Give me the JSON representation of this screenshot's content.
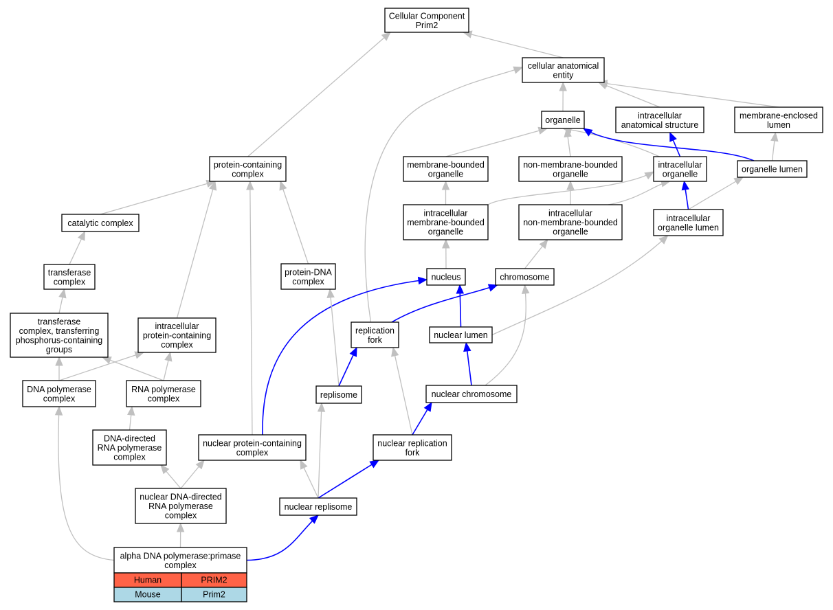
{
  "title": "Cellular Component Prim2",
  "colors": {
    "edge_default": "#c0c0c0",
    "edge_highlight": "#0000ff",
    "human": "#ff6347",
    "mouse": "#add8e6"
  },
  "nodes": {
    "root": {
      "lines": [
        "Cellular Component",
        "Prim2"
      ]
    },
    "cae": {
      "lines": [
        "cellular anatomical",
        "entity"
      ]
    },
    "org": {
      "lines": [
        "organelle"
      ]
    },
    "ias": {
      "lines": [
        "intracellular",
        "anatomical structure"
      ]
    },
    "mel": {
      "lines": [
        "membrane-enclosed",
        "lumen"
      ]
    },
    "pcc": {
      "lines": [
        "protein-containing",
        "complex"
      ]
    },
    "mbo": {
      "lines": [
        "membrane-bounded",
        "organelle"
      ]
    },
    "nmbo": {
      "lines": [
        "non-membrane-bounded",
        "organelle"
      ]
    },
    "io": {
      "lines": [
        "intracellular",
        "organelle"
      ]
    },
    "ol": {
      "lines": [
        "organelle lumen"
      ]
    },
    "cat": {
      "lines": [
        "catalytic complex"
      ]
    },
    "imbo": {
      "lines": [
        "intracellular",
        "membrane-bounded",
        "organelle"
      ]
    },
    "inmbo": {
      "lines": [
        "intracellular",
        "non-membrane-bounded",
        "organelle"
      ]
    },
    "iol": {
      "lines": [
        "intracellular",
        "organelle lumen"
      ]
    },
    "tc": {
      "lines": [
        "transferase",
        "complex"
      ]
    },
    "pdna": {
      "lines": [
        "protein-DNA",
        "complex"
      ]
    },
    "nuc": {
      "lines": [
        "nucleus"
      ]
    },
    "chr": {
      "lines": [
        "chromosome"
      ]
    },
    "tcp": {
      "lines": [
        "transferase",
        "complex, transferring",
        "phosphorus-containing",
        "groups"
      ]
    },
    "ipcc": {
      "lines": [
        "intracellular",
        "protein-containing",
        "complex"
      ]
    },
    "rf": {
      "lines": [
        "replication",
        "fork"
      ]
    },
    "nl": {
      "lines": [
        "nuclear lumen"
      ]
    },
    "dnap": {
      "lines": [
        "DNA polymerase",
        "complex"
      ]
    },
    "rnap": {
      "lines": [
        "RNA polymerase",
        "complex"
      ]
    },
    "repl": {
      "lines": [
        "replisome"
      ]
    },
    "nchr": {
      "lines": [
        "nuclear chromosome"
      ]
    },
    "ddrp": {
      "lines": [
        "DNA-directed",
        "RNA polymerase",
        "complex"
      ]
    },
    "npcc": {
      "lines": [
        "nuclear protein-containing",
        "complex"
      ]
    },
    "nrf": {
      "lines": [
        "nuclear replication",
        "fork"
      ]
    },
    "nddrp": {
      "lines": [
        "nuclear DNA-directed",
        "RNA polymerase",
        "complex"
      ]
    },
    "nrepl": {
      "lines": [
        "nuclear replisome"
      ]
    },
    "apc": {
      "lines": [
        "alpha DNA polymerase:primase",
        "complex"
      ]
    }
  },
  "orthologs": [
    {
      "species": "Human",
      "gene": "PRIM2",
      "color": "#ff6347"
    },
    {
      "species": "Mouse",
      "gene": "Prim2",
      "color": "#add8e6"
    }
  ],
  "edges": [
    {
      "from": "cae",
      "to": "root",
      "style": "gray"
    },
    {
      "from": "pcc",
      "to": "root",
      "style": "gray"
    },
    {
      "from": "org",
      "to": "cae",
      "style": "gray"
    },
    {
      "from": "ias",
      "to": "cae",
      "style": "gray"
    },
    {
      "from": "mel",
      "to": "cae",
      "style": "gray"
    },
    {
      "from": "rf",
      "to": "cae",
      "style": "gray"
    },
    {
      "from": "mbo",
      "to": "org",
      "style": "gray"
    },
    {
      "from": "nmbo",
      "to": "org",
      "style": "gray"
    },
    {
      "from": "io",
      "to": "org",
      "style": "gray"
    },
    {
      "from": "ol",
      "to": "org",
      "style": "blue"
    },
    {
      "from": "io",
      "to": "ias",
      "style": "blue"
    },
    {
      "from": "ol",
      "to": "mel",
      "style": "gray"
    },
    {
      "from": "imbo",
      "to": "mbo",
      "style": "gray"
    },
    {
      "from": "imbo",
      "to": "io",
      "style": "gray"
    },
    {
      "from": "inmbo",
      "to": "nmbo",
      "style": "gray"
    },
    {
      "from": "inmbo",
      "to": "io",
      "style": "gray"
    },
    {
      "from": "iol",
      "to": "io",
      "style": "blue"
    },
    {
      "from": "iol",
      "to": "ol",
      "style": "gray"
    },
    {
      "from": "cat",
      "to": "pcc",
      "style": "gray"
    },
    {
      "from": "pdna",
      "to": "pcc",
      "style": "gray"
    },
    {
      "from": "ipcc",
      "to": "pcc",
      "style": "gray"
    },
    {
      "from": "npcc",
      "to": "pcc",
      "style": "gray"
    },
    {
      "from": "tc",
      "to": "cat",
      "style": "gray"
    },
    {
      "from": "tcp",
      "to": "tc",
      "style": "gray"
    },
    {
      "from": "nuc",
      "to": "imbo",
      "style": "gray"
    },
    {
      "from": "chr",
      "to": "inmbo",
      "style": "gray"
    },
    {
      "from": "nl",
      "to": "iol",
      "style": "gray"
    },
    {
      "from": "nl",
      "to": "nuc",
      "style": "blue"
    },
    {
      "from": "rf",
      "to": "chr",
      "style": "blue"
    },
    {
      "from": "npcc",
      "to": "nuc",
      "style": "blue"
    },
    {
      "from": "nchr",
      "to": "chr",
      "style": "gray"
    },
    {
      "from": "nchr",
      "to": "nl",
      "style": "blue"
    },
    {
      "from": "dnap",
      "to": "tcp",
      "style": "gray"
    },
    {
      "from": "dnap",
      "to": "ipcc",
      "style": "gray"
    },
    {
      "from": "rnap",
      "to": "tcp",
      "style": "gray"
    },
    {
      "from": "rnap",
      "to": "ipcc",
      "style": "gray"
    },
    {
      "from": "repl",
      "to": "pdna",
      "style": "gray"
    },
    {
      "from": "repl",
      "to": "rf",
      "style": "blue"
    },
    {
      "from": "nrf",
      "to": "rf",
      "style": "gray"
    },
    {
      "from": "nrf",
      "to": "nchr",
      "style": "blue"
    },
    {
      "from": "ddrp",
      "to": "rnap",
      "style": "gray"
    },
    {
      "from": "nddrp",
      "to": "ddrp",
      "style": "gray"
    },
    {
      "from": "nddrp",
      "to": "npcc",
      "style": "gray"
    },
    {
      "from": "nrepl",
      "to": "npcc",
      "style": "gray"
    },
    {
      "from": "nrepl",
      "to": "repl",
      "style": "gray"
    },
    {
      "from": "nrepl",
      "to": "nrf",
      "style": "blue"
    },
    {
      "from": "apc",
      "to": "nddrp",
      "style": "gray"
    },
    {
      "from": "apc",
      "to": "dnap",
      "style": "gray"
    },
    {
      "from": "apc",
      "to": "nrepl",
      "style": "blue"
    }
  ]
}
